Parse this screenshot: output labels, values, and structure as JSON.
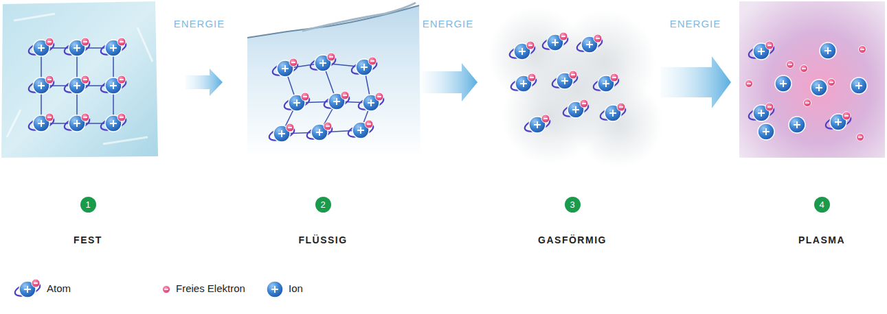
{
  "diagram": {
    "nodes": [
      {
        "text": [
          "1"
        ]
      },
      {
        "text": [
          "2"
        ]
      },
      {
        "text": [
          "3"
        ]
      },
      {
        "text": [
          "4"
        ]
      }
    ],
    "labels": [
      "ENERGIE",
      "ENERGIE",
      "ENERGIE",
      "FEST",
      "FLÜSSIG",
      "GASFÖRMIG",
      "PLASMA"
    ],
    "legend": [
      {
        "text": "Atom"
      },
      {
        "text": "Freies Elektron"
      },
      {
        "text": "Ion"
      }
    ]
  }
}
